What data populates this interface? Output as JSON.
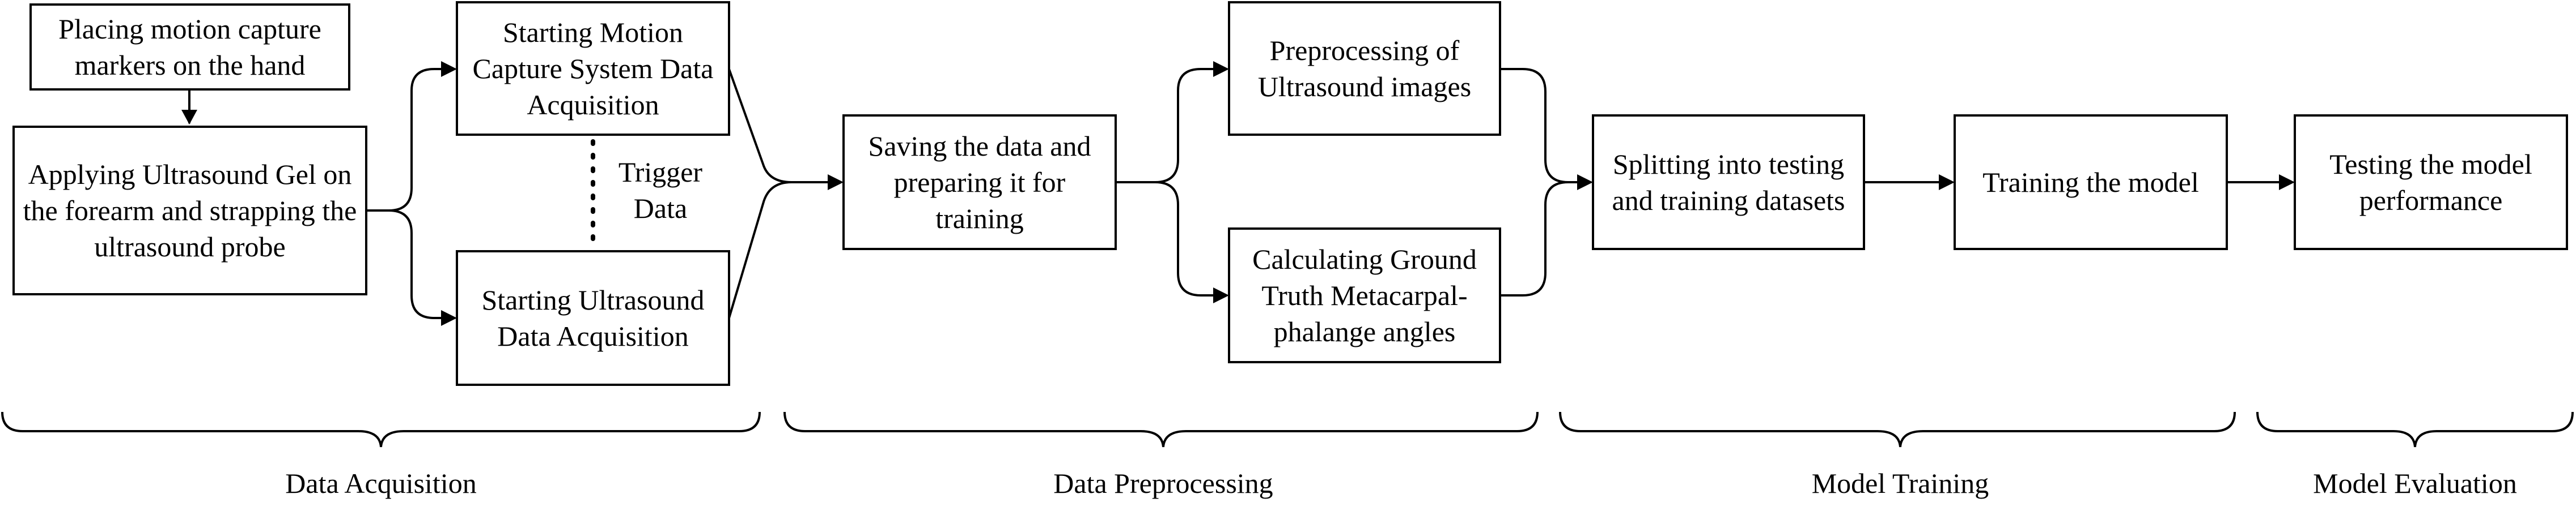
{
  "boxes": {
    "placing_markers": "Placing motion capture markers on the hand",
    "applying_gel": "Applying Ultrasound Gel on the forearm and strapping the ultrasound probe",
    "start_mocap": "Starting Motion Capture System Data Acquisition",
    "start_ultrasound": "Starting Ultrasound Data Acquisition",
    "saving_data": "Saving the data and preparing it for training",
    "preprocess_us": "Preprocessing of Ultrasound images",
    "ground_truth": "Calculating Ground Truth Metacarpal-phalange angles",
    "splitting": "Splitting into testing and training datasets",
    "training": "Training the model",
    "testing": "Testing the model performance"
  },
  "trigger_label": "Trigger Data",
  "phases": {
    "acquisition": "Data Acquisition",
    "preprocessing": "Data Preprocessing",
    "training": "Model Training",
    "evaluation": "Model Evaluation"
  }
}
